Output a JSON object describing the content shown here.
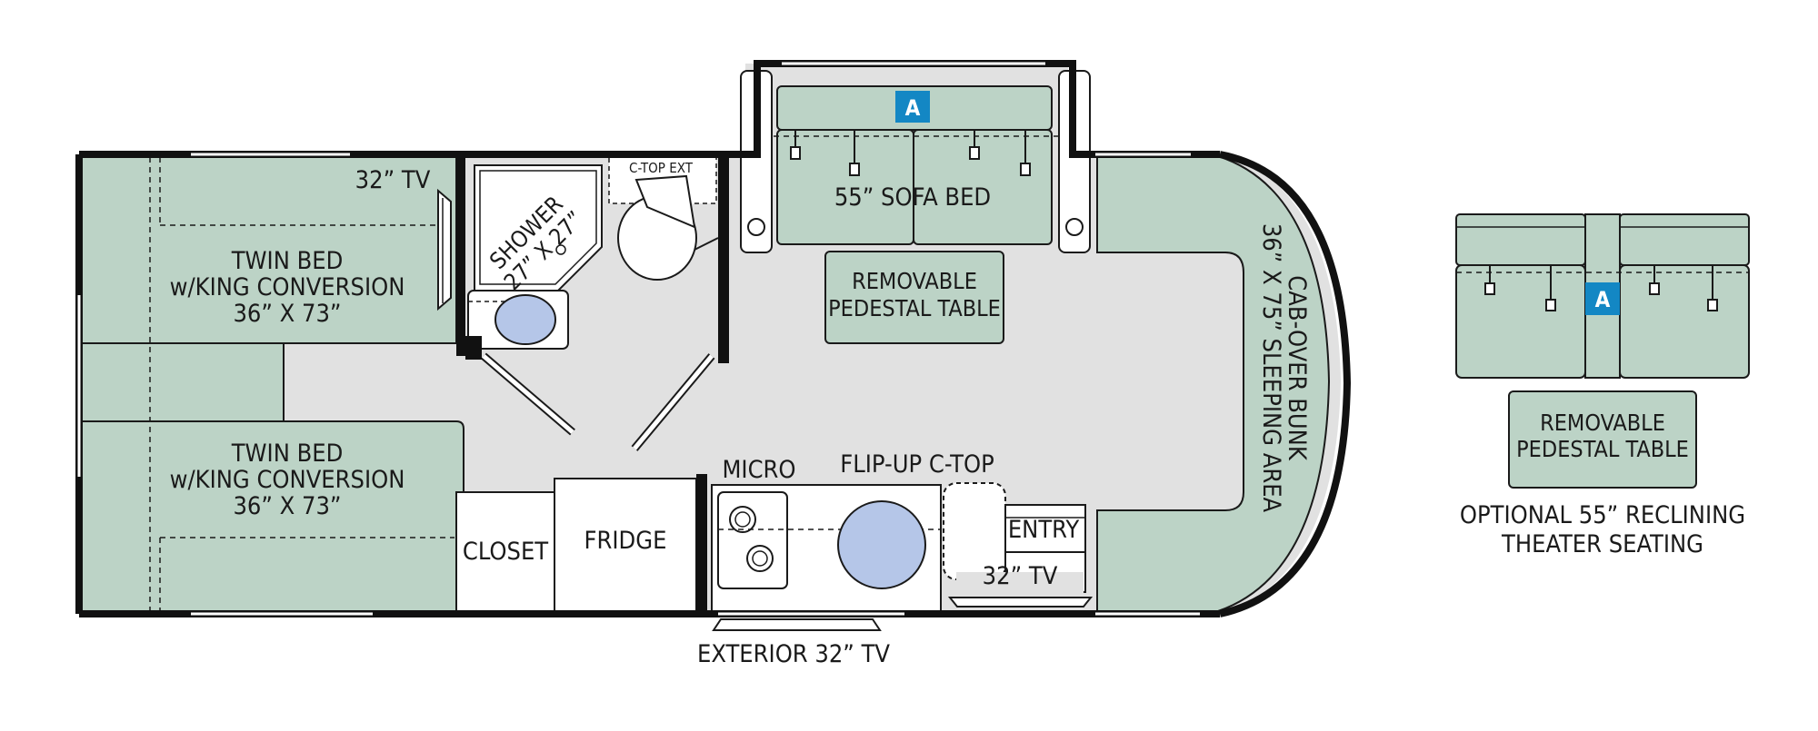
{
  "colors": {
    "wall": "#111111",
    "floor": "#e1e1e1",
    "furniture": "#bcd3c6",
    "sink": "#b5c6e8",
    "badge": "#1387c4",
    "line": "#1a1a1a"
  },
  "floorplan": {
    "bedroom": {
      "tv_label": "32” TV",
      "bed_top": {
        "line1": "TWIN BED",
        "line2": "w/KING CONVERSION",
        "line3": "36” X 73”"
      },
      "bed_bottom": {
        "line1": "TWIN BED",
        "line2": "w/KING CONVERSION",
        "line3": "36” X 73”"
      }
    },
    "bath": {
      "shower_line1": "SHOWER",
      "shower_line2": "27” X 27”",
      "ctop_ext": "C-TOP EXT"
    },
    "slide_out": {
      "badge": "A",
      "sofa_label": "55” SOFA BED"
    },
    "table": {
      "line1": "REMOVABLE",
      "line2": "PEDESTAL TABLE"
    },
    "cab_over": {
      "line1": "CAB-OVER BUNK",
      "line2": "36” X 75” SLEEPING AREA"
    },
    "kitchen": {
      "closet": "CLOSET",
      "fridge": "FRIDGE",
      "micro": "MICRO",
      "flip_up": "FLIP-UP C-TOP",
      "entry": "ENTRY",
      "tv_label": "32” TV"
    },
    "exterior_tv": "EXTERIOR 32” TV"
  },
  "optional": {
    "badge": "A",
    "table": {
      "line1": "REMOVABLE",
      "line2": "PEDESTAL TABLE"
    },
    "caption_line1": "OPTIONAL 55” RECLINING",
    "caption_line2": "THEATER SEATING"
  }
}
